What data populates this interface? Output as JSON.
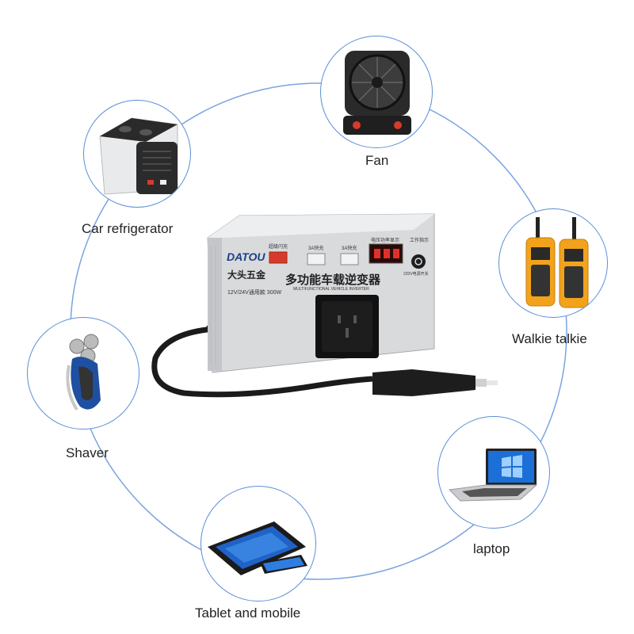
{
  "devices": [
    {
      "id": "fan",
      "label": "Fan"
    },
    {
      "id": "car-refrigerator",
      "label": "Car refrigerator"
    },
    {
      "id": "walkie-talkie",
      "label": "Walkie talkie"
    },
    {
      "id": "shaver",
      "label": "Shaver"
    },
    {
      "id": "laptop",
      "label": "laptop"
    },
    {
      "id": "tablet-mobile",
      "label": "Tablet and mobile"
    }
  ],
  "inverter": {
    "brand": "DATOU",
    "brand_cn": "大头五金",
    "title_cn": "多功能车载逆变器",
    "title_en": "MULTIFUNCTIONAL VEHICLE INVERTER",
    "spec": "12V/24V通用款 300W",
    "usb1": "超级闪充",
    "usb2": "3A快充",
    "usb3": "3A快充",
    "display_label": "电压功率显示",
    "indicator_label": "工作指示",
    "switch_label": "220V电源开关"
  },
  "colors": {
    "ring": "#5b8fd6",
    "accent_red": "#d83a2a",
    "walkie_yellow": "#f2a31b"
  }
}
